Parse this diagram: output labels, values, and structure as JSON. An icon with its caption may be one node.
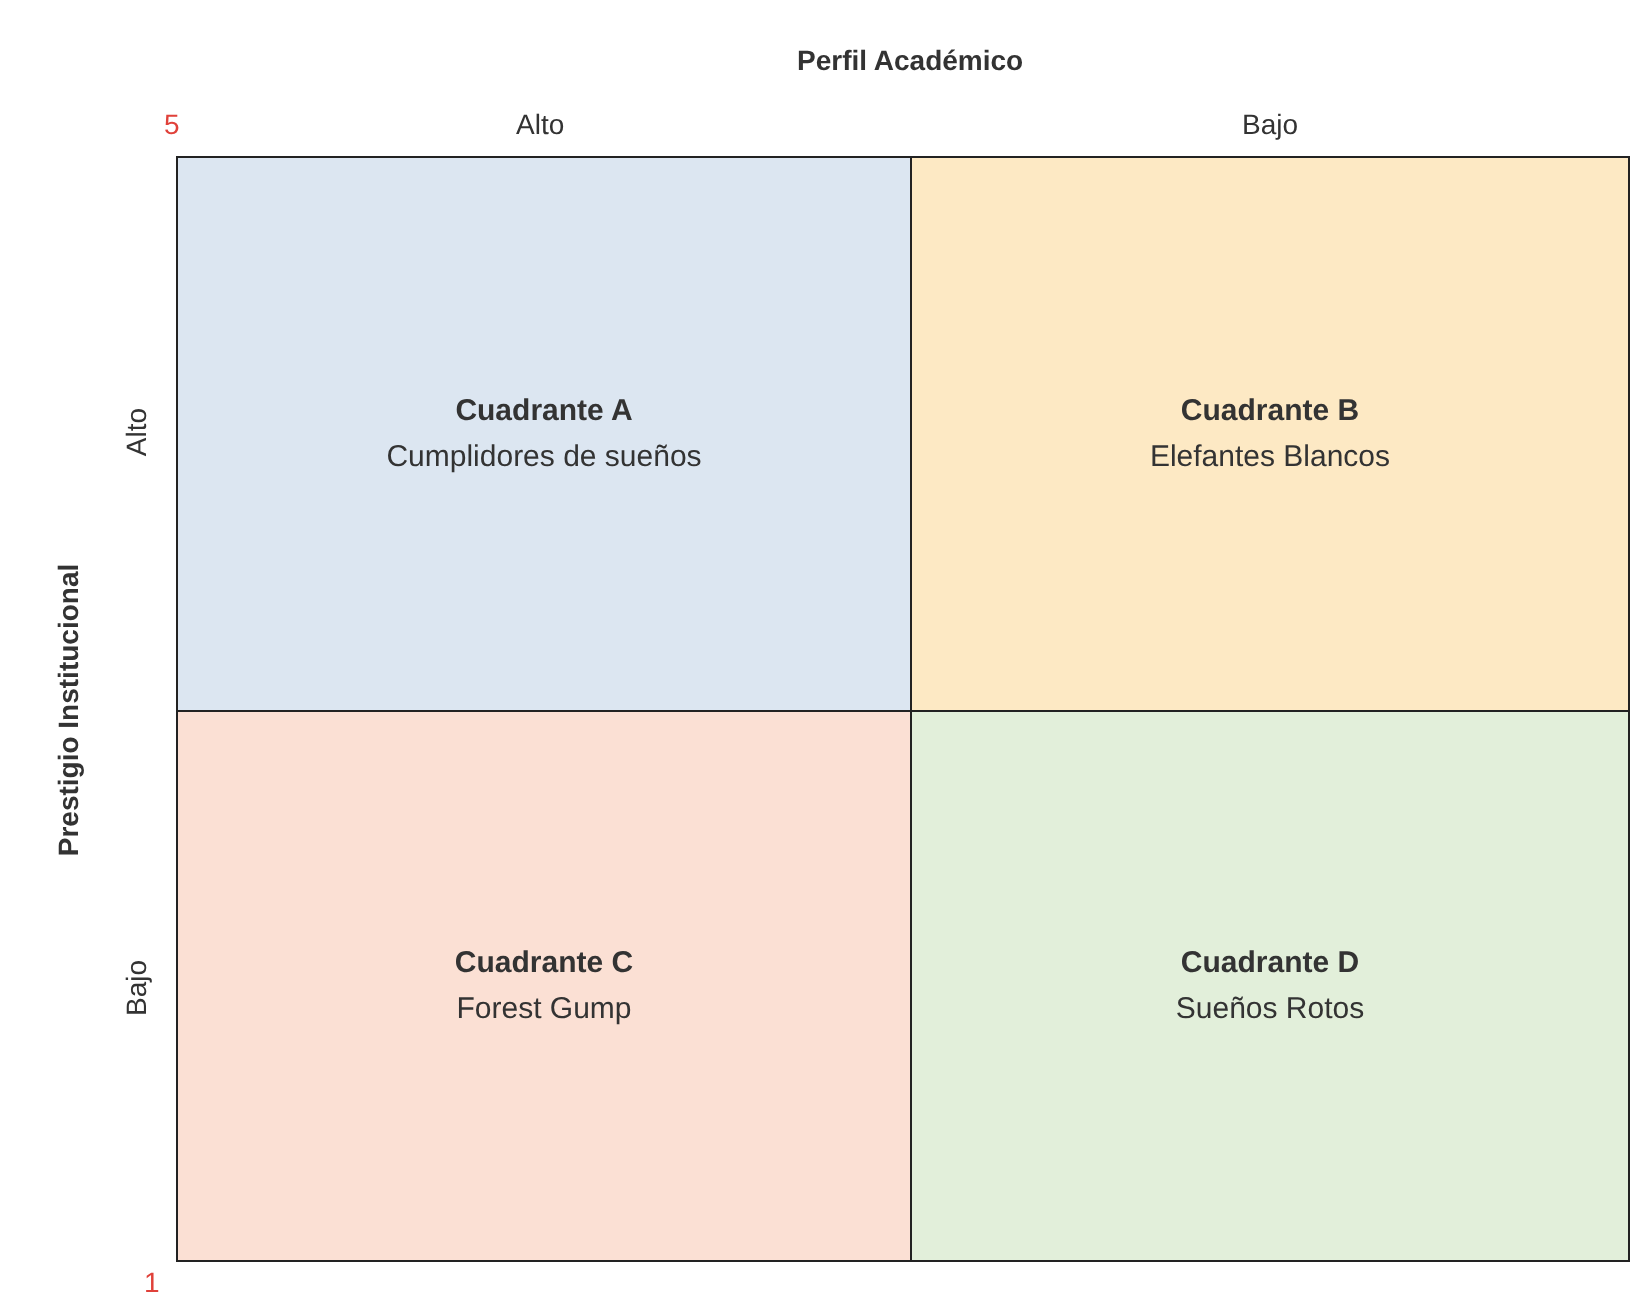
{
  "diagram": {
    "nodes": [
      {
        "text": [
          "Cuadrante A",
          "Cumplidores de sueños"
        ]
      },
      {
        "text": [
          "Cuadrante B",
          "Elefantes Blancos"
        ]
      },
      {
        "text": [
          "Cuadrante C",
          "Forest Gump"
        ]
      },
      {
        "text": [
          "Cuadrante D",
          "Sueños Rotos"
        ]
      }
    ],
    "edges": [],
    "labels": [
      "Perfil Académico",
      "5",
      "Alto",
      "Bajo",
      "Alto",
      "Prestigio Institucional",
      "Bajo",
      "1"
    ]
  }
}
